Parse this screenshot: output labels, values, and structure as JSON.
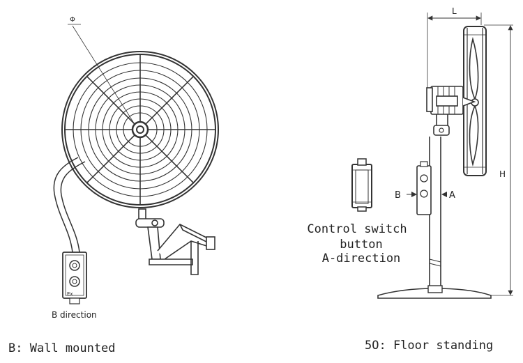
{
  "labels": {
    "phi": "Φ",
    "dim_l": "L",
    "dim_h": "H",
    "b_marker": "B",
    "a_marker": "A",
    "b_direction": "B direction",
    "control_line1": "Control switch",
    "control_line2": "button",
    "control_line3": "A-direction",
    "wall_caption": "B: Wall mounted",
    "floor_caption": "5O: Floor standing"
  },
  "colors": {
    "ink": "#333333",
    "text": "#222222"
  }
}
